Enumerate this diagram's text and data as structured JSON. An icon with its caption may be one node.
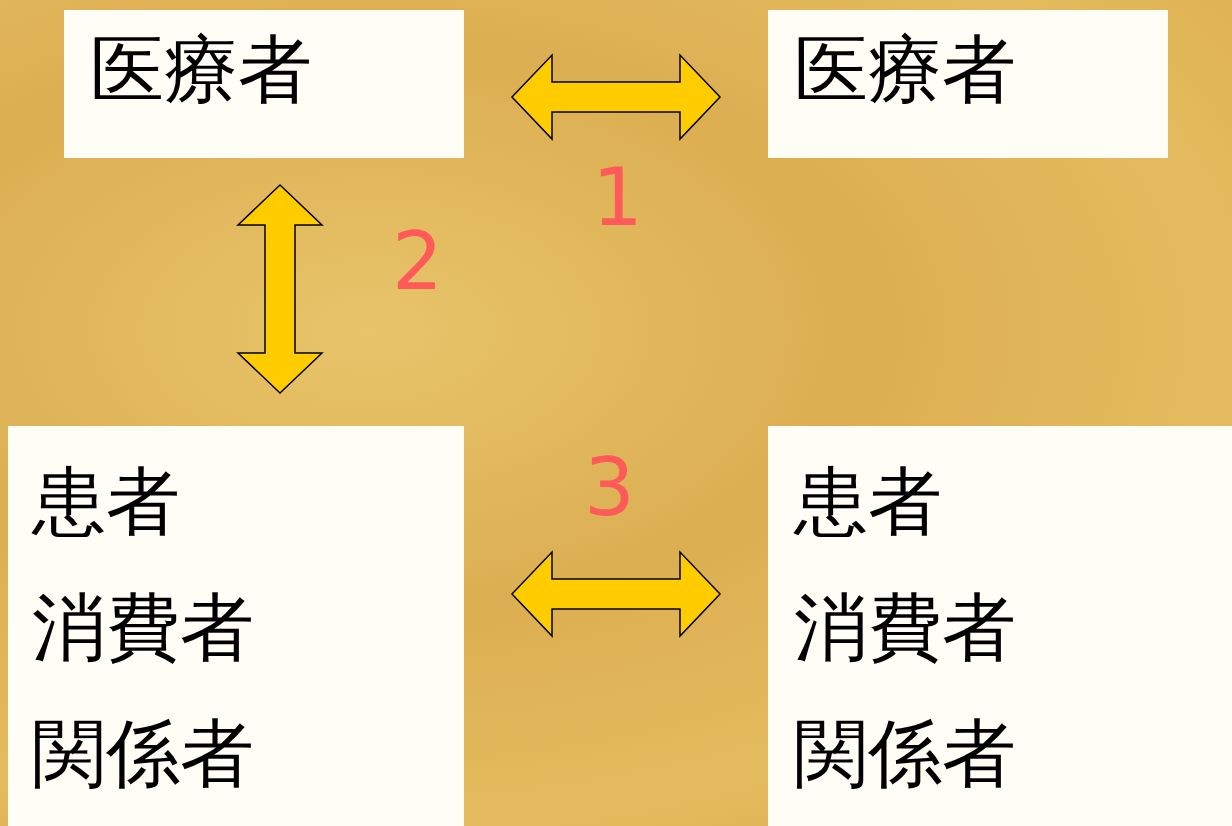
{
  "diagram": {
    "nodes": [
      {
        "text": [
          "医療者"
        ]
      },
      {
        "text": [
          "医療者"
        ]
      },
      {
        "text": [
          "患者",
          "消費者",
          "関係者"
        ]
      },
      {
        "text": [
          "患者",
          "消費者",
          "関係者"
        ]
      }
    ],
    "edges": [
      {
        "from": 0,
        "to": 1,
        "arrow": "both",
        "label": "1"
      },
      {
        "from": 0,
        "to": 2,
        "arrow": "both",
        "label": "2"
      },
      {
        "from": 2,
        "to": 3,
        "arrow": "both",
        "label": "3"
      }
    ]
  }
}
